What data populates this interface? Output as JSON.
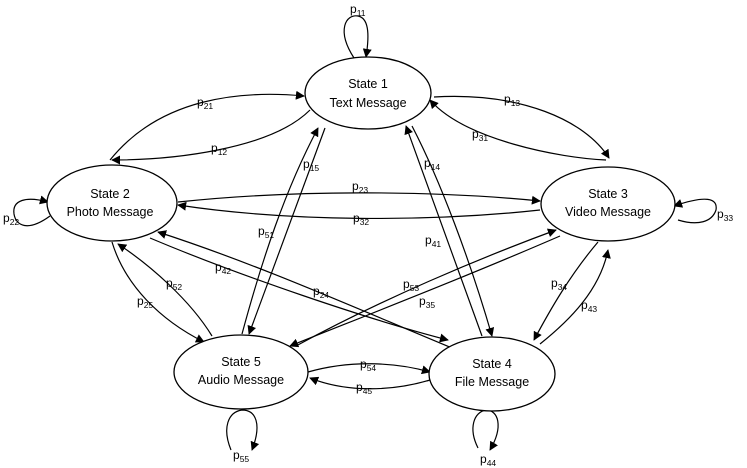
{
  "states": [
    {
      "id": "s1",
      "line1": "State 1",
      "line2": "Text Message"
    },
    {
      "id": "s2",
      "line1": "State 2",
      "line2": "Photo Message"
    },
    {
      "id": "s3",
      "line1": "State 3",
      "line2": "Video Message"
    },
    {
      "id": "s4",
      "line1": "State 4",
      "line2": "File Message"
    },
    {
      "id": "s5",
      "line1": "State 5",
      "line2": "Audio Message"
    }
  ],
  "transitions": [
    {
      "from": "s1",
      "to": "s1",
      "label": "p",
      "sub": "11"
    },
    {
      "from": "s2",
      "to": "s1",
      "label": "p",
      "sub": "21"
    },
    {
      "from": "s1",
      "to": "s2",
      "label": "p",
      "sub": "12"
    },
    {
      "from": "s1",
      "to": "s3",
      "label": "p",
      "sub": "13"
    },
    {
      "from": "s3",
      "to": "s1",
      "label": "p",
      "sub": "31"
    },
    {
      "from": "s1",
      "to": "s5",
      "label": "p",
      "sub": "15"
    },
    {
      "from": "s5",
      "to": "s1",
      "label": "p",
      "sub": "51"
    },
    {
      "from": "s1",
      "to": "s4",
      "label": "p",
      "sub": "14"
    },
    {
      "from": "s4",
      "to": "s1",
      "label": "p",
      "sub": "41"
    },
    {
      "from": "s2",
      "to": "s2",
      "label": "p",
      "sub": "22"
    },
    {
      "from": "s2",
      "to": "s3",
      "label": "p",
      "sub": "23"
    },
    {
      "from": "s3",
      "to": "s2",
      "label": "p",
      "sub": "32"
    },
    {
      "from": "s3",
      "to": "s3",
      "label": "p",
      "sub": "33"
    },
    {
      "from": "s4",
      "to": "s2",
      "label": "p",
      "sub": "42"
    },
    {
      "from": "s2",
      "to": "s4",
      "label": "p",
      "sub": "24"
    },
    {
      "from": "s5",
      "to": "s2",
      "label": "p",
      "sub": "52"
    },
    {
      "from": "s2",
      "to": "s5",
      "label": "p",
      "sub": "25"
    },
    {
      "from": "s5",
      "to": "s3",
      "label": "p",
      "sub": "53"
    },
    {
      "from": "s3",
      "to": "s5",
      "label": "p",
      "sub": "35"
    },
    {
      "from": "s3",
      "to": "s4",
      "label": "p",
      "sub": "34"
    },
    {
      "from": "s4",
      "to": "s3",
      "label": "p",
      "sub": "43"
    },
    {
      "from": "s5",
      "to": "s4",
      "label": "p",
      "sub": "54"
    },
    {
      "from": "s4",
      "to": "s5",
      "label": "p",
      "sub": "45"
    },
    {
      "from": "s5",
      "to": "s5",
      "label": "p",
      "sub": "55"
    },
    {
      "from": "s4",
      "to": "s4",
      "label": "p",
      "sub": "44"
    }
  ]
}
